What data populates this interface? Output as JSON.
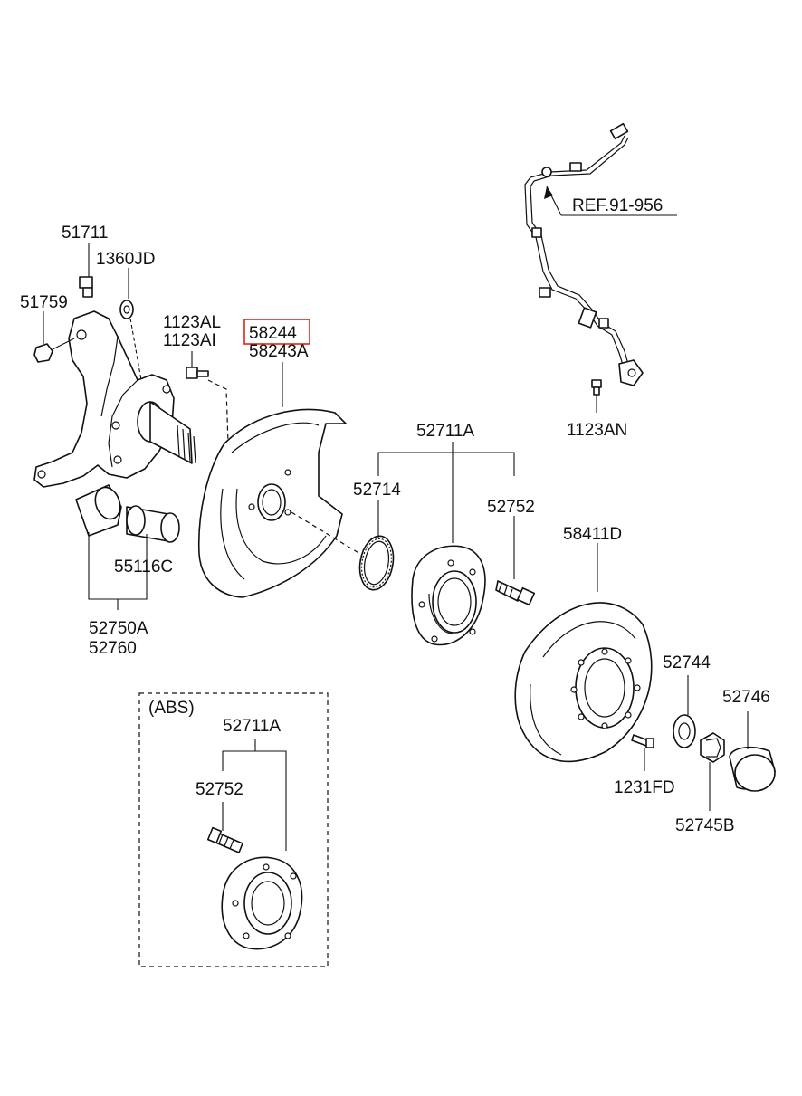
{
  "ref_label": "REF.91-956",
  "abs_label": "(ABS)",
  "highlight_color": "#e0241b",
  "parts": {
    "p51711": "51711",
    "p1360JD": "1360JD",
    "p51759": "51759",
    "p1123AL": "1123AL",
    "p1123AI": "1123AI",
    "p58244": "58244",
    "p58243A": "58243A",
    "p52711A": "52711A",
    "p52714": "52714",
    "p52752": "52752",
    "p1123AN": "1123AN",
    "p58411D": "58411D",
    "p55116C": "55116C",
    "p52750A": "52750A",
    "p52760": "52760",
    "p52744": "52744",
    "p52746": "52746",
    "p1231FD": "1231FD",
    "p52745B": "52745B",
    "abs_52711A": "52711A",
    "abs_52752": "52752"
  }
}
